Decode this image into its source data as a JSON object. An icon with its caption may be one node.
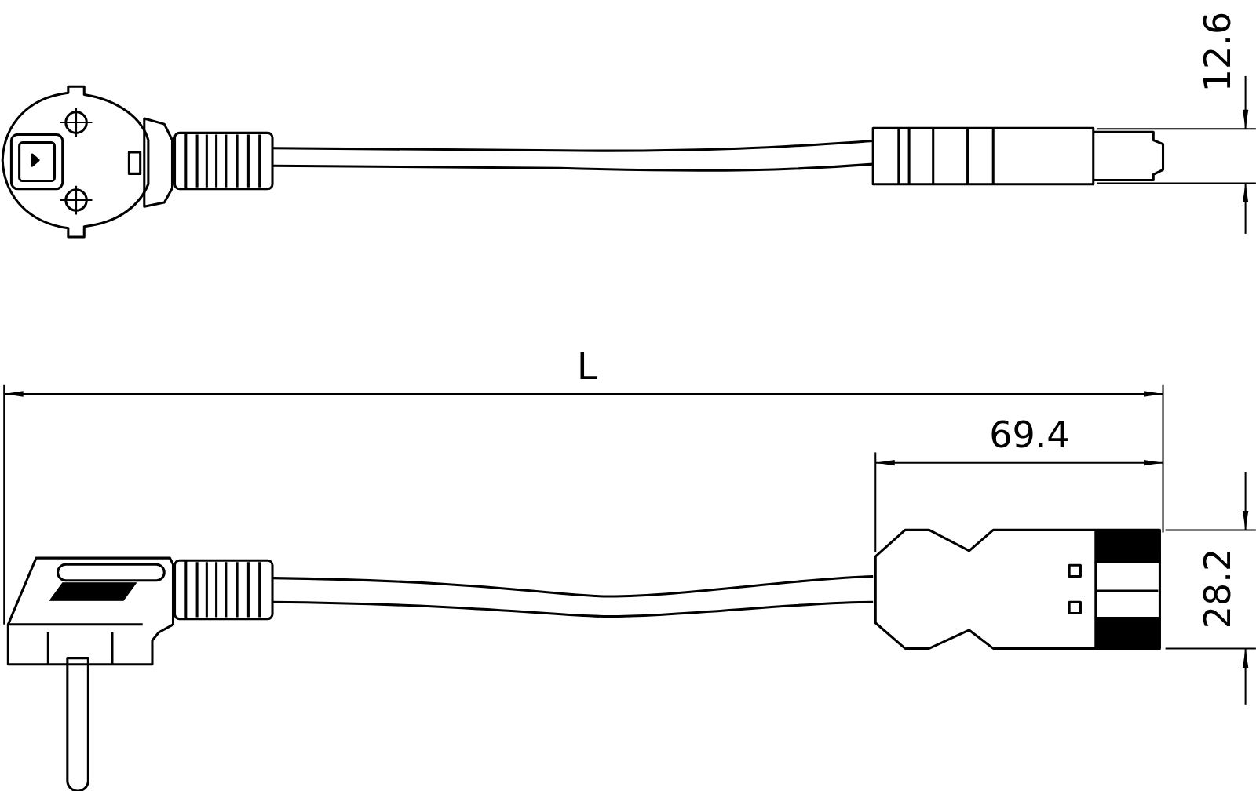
{
  "diagram": {
    "labels": [
      "12.6",
      "L",
      "69.4",
      "28.2"
    ]
  }
}
